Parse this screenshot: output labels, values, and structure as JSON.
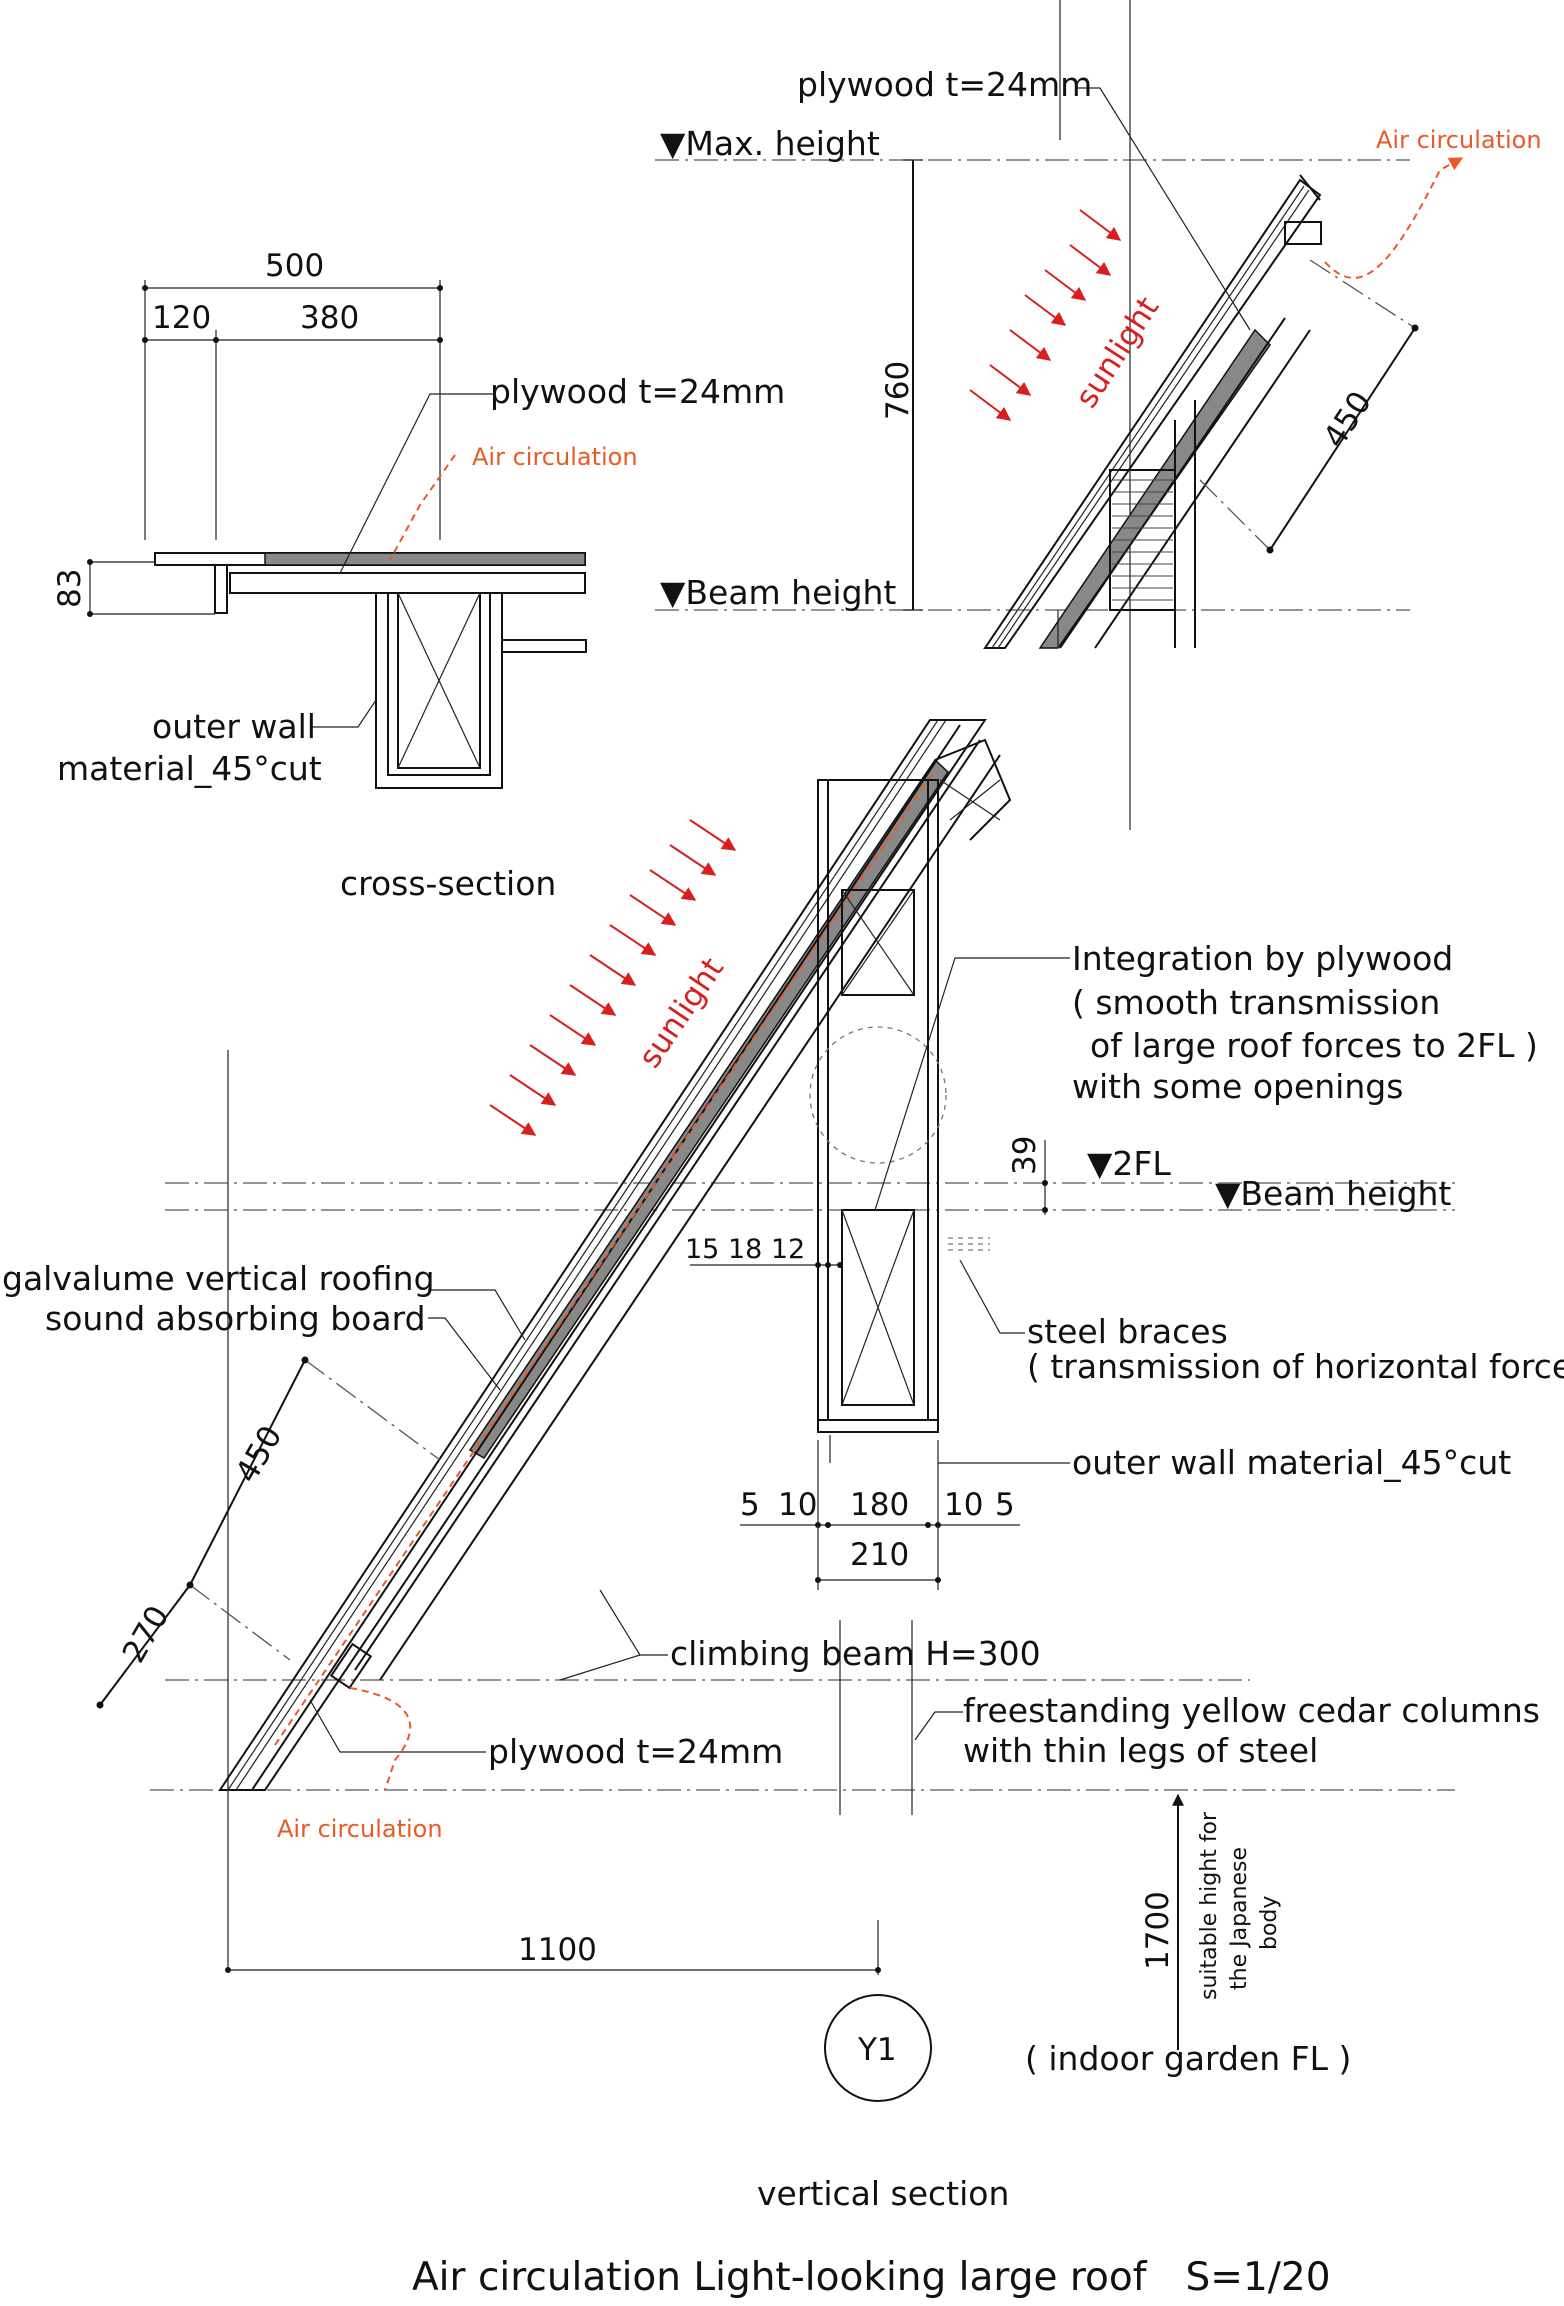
{
  "detail_top_right": {
    "plywood": "plywood t=24mm",
    "max_height": "▼Max. height",
    "beam_height": "▼Beam height",
    "air": "Air circulation",
    "sunlight": "sunlight",
    "dim_760": "760",
    "dim_450": "450"
  },
  "cross_section": {
    "dim_500": "500",
    "dim_120": "120",
    "dim_380": "380",
    "dim_83": "83",
    "plywood": "plywood t=24mm",
    "air": "Air circulation",
    "outer_wall_1": "outer wall",
    "outer_wall_2": "material_45°cut",
    "caption": "cross-section"
  },
  "main_section": {
    "sunlight": "sunlight",
    "integration_1": "Integration by plywood",
    "integration_2": "( smooth transmission",
    "integration_3": "of large roof forces to 2FL )",
    "integration_4": "with some openings",
    "dim_39": "39",
    "level_2fl": "▼2FL",
    "beam_height": "▼Beam height",
    "dims_15_18_12": "15 18 12",
    "galvalume": "galvalume vertical roofing",
    "sound_board": "sound absorbing board",
    "steel_braces_1": "steel braces",
    "steel_braces_2": "( transmission of horizontal force )",
    "outer_wall": "outer wall material_45°cut",
    "dim_450": "450",
    "dim_270": "270",
    "dim_5a": "5",
    "dim_10a": "10",
    "dim_180": "180",
    "dim_10b": "10",
    "dim_5b": "5",
    "dim_210": "210",
    "climbing_beam": "climbing beam H=300",
    "columns_1": "freestanding yellow cedar columns",
    "columns_2": "with thin legs of steel",
    "plywood": "plywood t=24mm",
    "air": "Air circulation",
    "dim_1100": "1100",
    "dim_1700": "1700",
    "body_1": "suitable hight for",
    "body_2": "the Japanese",
    "body_3": "body",
    "grid_y1": "Y1",
    "garden_fl": "( indoor garden FL )"
  },
  "captions": {
    "vertical_section": "vertical section",
    "title": "Air circulation Light-looking large roof　S=1/20"
  },
  "colors": {
    "air": "#e85a26",
    "sunlight": "#d81e1e",
    "ink": "#111111"
  }
}
